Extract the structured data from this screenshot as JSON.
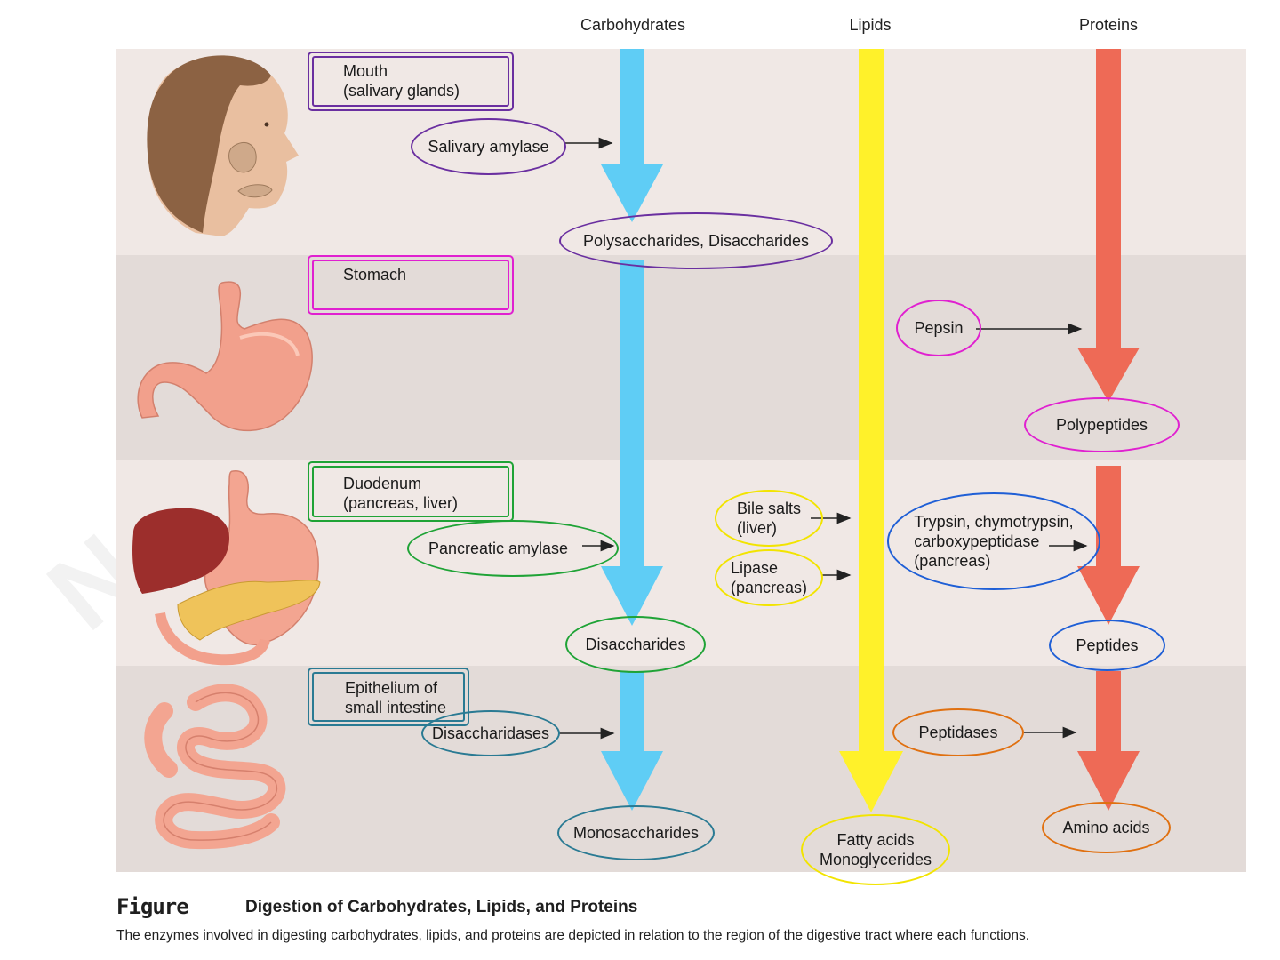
{
  "columns": {
    "carbohydrates": "Carbohydrates",
    "lipids": "Lipids",
    "proteins": "Proteins"
  },
  "regions": {
    "mouth": "Mouth\n(salivary glands)",
    "stomach": "Stomach",
    "duodenum": "Duodenum\n(pancreas, liver)",
    "epithelium": "Epithelium of\nsmall intestine"
  },
  "enzymes": {
    "salivary_amylase": "Salivary amylase",
    "pepsin": "Pepsin",
    "pancreatic_amylase": "Pancreatic amylase",
    "bile_salts": "Bile salts\n(liver)",
    "lipase": "Lipase\n(pancreas)",
    "trypsin": "Trypsin, chymotrypsin,\ncarboxypeptidase\n(pancreas)",
    "disaccharidases": "Disaccharidases",
    "peptidases": "Peptidases"
  },
  "products": {
    "poly_di": "Polysaccharides, Disaccharides",
    "polypeptides": "Polypeptides",
    "disaccharides": "Disaccharides",
    "peptides": "Peptides",
    "monosaccharides": "Monosaccharides",
    "fatty_acids": "Fatty acids\nMonoglycerides",
    "amino_acids": "Amino acids"
  },
  "caption": {
    "figure": "Figure",
    "title": "Digestion of Carbohydrates, Lipids, and Proteins",
    "description": "The enzymes involved in digesting carbohydrates, lipids, and proteins are depicted in relation to the region of the digestive tract where each functions."
  },
  "colors": {
    "carb_arrow": "#5fcdf5",
    "lipid_arrow": "#fff12a",
    "protein_arrow": "#ee6a56",
    "band_light": "#f0e8e5",
    "band_dark": "#e3dbd8",
    "mouth_outline": "#6a2fa0",
    "stomach_outline": "#e020d0",
    "duodenum_outline": "#1fa336",
    "epithelium_outline": "#2a7a93",
    "lipid_outline": "#f2e400",
    "trypsin_outline": "#1f5fd6",
    "peptidase_outline": "#e07010"
  }
}
